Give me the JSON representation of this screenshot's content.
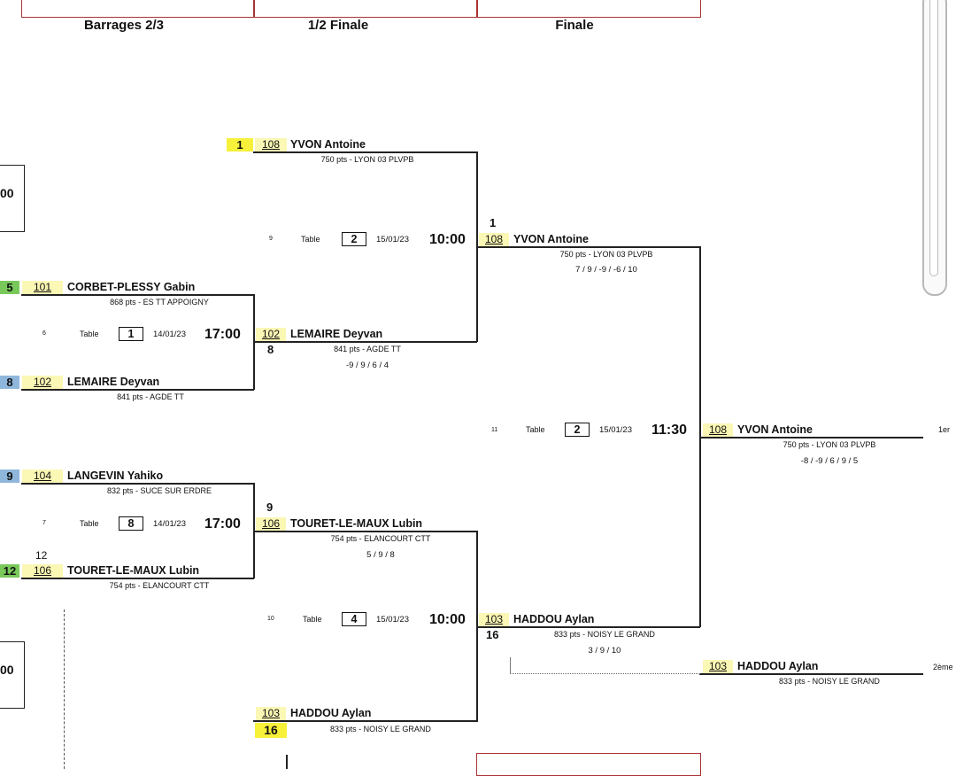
{
  "rounds": {
    "barrages": "Barrages 2/3",
    "semi": "1/2 Finale",
    "final": "Finale"
  },
  "left_boxes": {
    "top": "00",
    "bottom": "00"
  },
  "players": {
    "p_yvon_semi": {
      "seed": "1",
      "num": "108",
      "name": "YVON  Antoine",
      "info": "750 pts - LYON 03 PLVPB"
    },
    "p_yvon_fin": {
      "num": "108",
      "name": "YVON  Antoine",
      "info": "750 pts - LYON 03 PLVPB",
      "score": "7 / 9 / -9 / -6 / 10",
      "above": "1"
    },
    "p_corbet": {
      "seed": "5",
      "num": "101",
      "name": "CORBET-PLESSY  Gabin",
      "info": "868 pts - ES TT APPOIGNY"
    },
    "p_lemaire_semi": {
      "num": "102",
      "name": "LEMAIRE  Deyvan",
      "info": "841 pts - AGDE TT",
      "score": "-9 / 9 / 6 / 4",
      "below": "8"
    },
    "p_lemaire_bar": {
      "seed": "8",
      "num": "102",
      "name": "LEMAIRE  Deyvan",
      "info": "841 pts - AGDE TT"
    },
    "p_winner": {
      "num": "108",
      "name": "YVON  Antoine",
      "info": "750 pts - LYON 03 PLVPB",
      "score": "-8 / -9 / 6 / 9 / 5",
      "place": "1er"
    },
    "p_langevin": {
      "seed": "9",
      "num": "104",
      "name": "LANGEVIN  Yahiko",
      "info": "832 pts - SUCE SUR ERDRE"
    },
    "p_touret_semi": {
      "num": "106",
      "name": "TOURET-LE-MAUX  Lubin",
      "info": "754 pts - ELANCOURT CTT",
      "score": "5 / 9 / 8",
      "above": "9"
    },
    "p_touret_bar": {
      "seed": "12",
      "num": "106",
      "name": "TOURET-LE-MAUX  Lubin",
      "info": "754 pts - ELANCOURT CTT",
      "above": "12"
    },
    "p_haddou_fin": {
      "num": "103",
      "name": "HADDOU  Aylan",
      "info": "833 pts - NOISY LE GRAND",
      "score": "3 / 9 / 10",
      "below": "16"
    },
    "p_second": {
      "num": "103",
      "name": "HADDOU  Aylan",
      "info": "833 pts - NOISY LE GRAND",
      "place": "2ème"
    },
    "p_haddou_semi": {
      "num": "103",
      "name": "HADDOU  Aylan",
      "info": "833 pts - NOISY LE GRAND",
      "seed": "16"
    }
  },
  "matches": {
    "m_semi1": {
      "num": "9",
      "table_label": "Table",
      "table": "2",
      "date": "15/01/23",
      "time": "10:00"
    },
    "m_bar1": {
      "num": "6",
      "table_label": "Table",
      "table": "1",
      "date": "14/01/23",
      "time": "17:00"
    },
    "m_final": {
      "num": "11",
      "table_label": "Table",
      "table": "2",
      "date": "15/01/23",
      "time": "11:30"
    },
    "m_bar2": {
      "num": "7",
      "table_label": "Table",
      "table": "8",
      "date": "14/01/23",
      "time": "17:00"
    },
    "m_semi2": {
      "num": "10",
      "table_label": "Table",
      "table": "4",
      "date": "15/01/23",
      "time": "10:00"
    }
  },
  "colors": {
    "yellow": "#f7f13a",
    "light_yellow": "#fbf7b4",
    "blue": "#8fb7dc",
    "green": "#79c95a",
    "frame_red": "#a33333"
  }
}
